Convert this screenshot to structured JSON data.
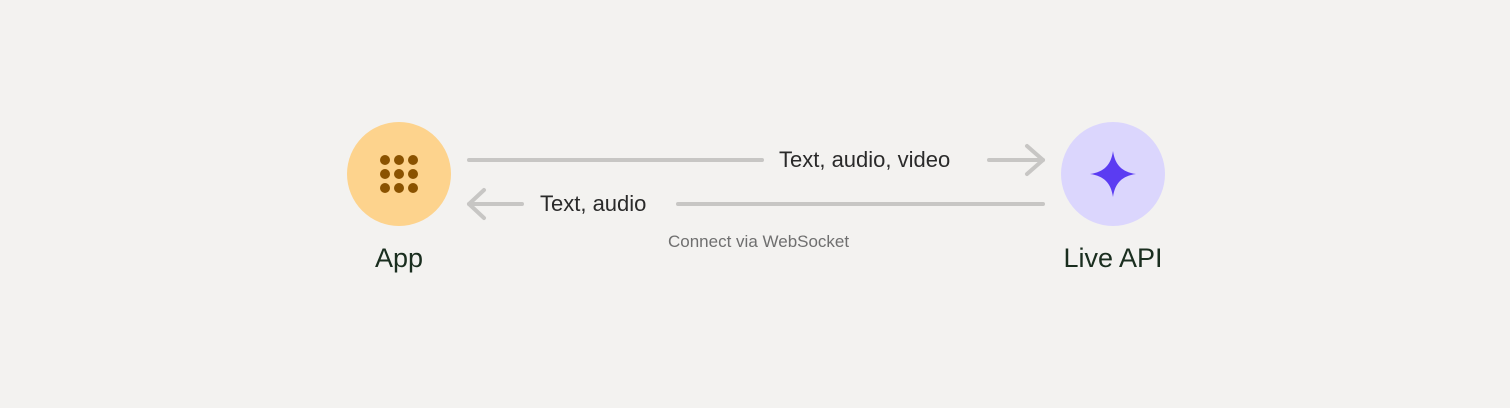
{
  "nodes": {
    "app": {
      "label": "App",
      "icon": "app-grid-icon",
      "fill": "#fdd38d",
      "icon_color": "#8a5200"
    },
    "live_api": {
      "label": "Live API",
      "icon": "sparkle-icon",
      "fill": "#dbd6fd",
      "icon_color": "#5b3cf2"
    }
  },
  "flows": {
    "outbound": {
      "label": "Text, audio, video",
      "direction": "app-to-live-api"
    },
    "inbound": {
      "label": "Text, audio",
      "direction": "live-api-to-app"
    }
  },
  "transport": {
    "label": "Connect via WebSocket"
  },
  "colors": {
    "background": "#f3f2f0",
    "connector": "#c7c6c4",
    "text": "#1a2e1f"
  }
}
